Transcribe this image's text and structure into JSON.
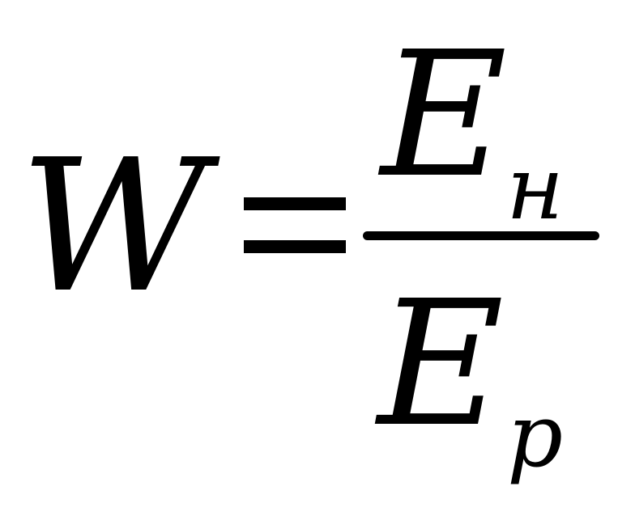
{
  "formula": {
    "lhs": "W",
    "operator": "=",
    "numerator": {
      "main": "E",
      "subscript": "н"
    },
    "denominator": {
      "main": "E",
      "subscript": "p"
    }
  }
}
